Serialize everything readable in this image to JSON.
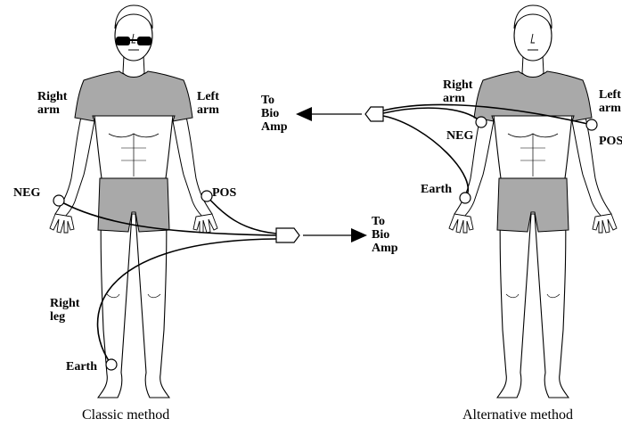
{
  "captions": {
    "classic": "Classic method",
    "alternative": "Alternative method"
  },
  "classic": {
    "right_arm": "Right\narm",
    "left_arm": "Left\narm",
    "neg": "NEG",
    "pos": "POS",
    "right_leg": "Right\nleg",
    "earth": "Earth",
    "to_amp": "To\nBio\nAmp"
  },
  "alternative": {
    "right_arm": "Right\narm",
    "left_arm": "Left\narm",
    "neg": "NEG",
    "pos": "POS",
    "earth": "Earth",
    "to_amp": "To\nBio\nAmp"
  },
  "colors": {
    "clothing": "#a9a9a9",
    "outline": "#000000",
    "skin": "#ffffff",
    "sunglasses": "#000000"
  },
  "icons": {
    "figure": "human-body-outline",
    "electrode": "circle-electrode",
    "connector": "plug-connector",
    "arrow": "arrow"
  }
}
